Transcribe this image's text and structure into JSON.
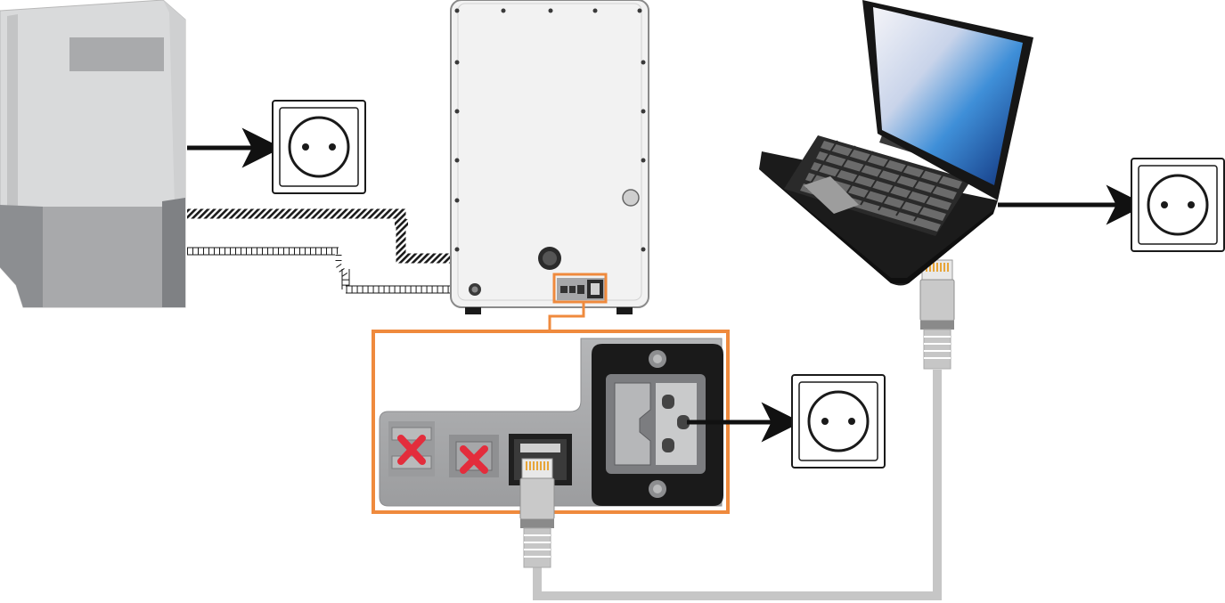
{
  "diagram": {
    "kind": "connection-diagram",
    "devices": [
      {
        "id": "external-unit",
        "icon": "external-unit-icon"
      },
      {
        "id": "instrument",
        "icon": "instrument-rear-icon"
      },
      {
        "id": "laptop",
        "icon": "laptop-icon"
      }
    ],
    "outlets": [
      {
        "id": "outlet-external-unit",
        "icon": "power-outlet-icon"
      },
      {
        "id": "outlet-laptop",
        "icon": "power-outlet-icon"
      },
      {
        "id": "outlet-instrument",
        "icon": "power-outlet-icon"
      }
    ],
    "ports": [
      {
        "id": "usb-a-port",
        "status": "not-used",
        "marker": "red-x-icon"
      },
      {
        "id": "usb-b-port",
        "status": "not-used",
        "marker": "red-x-icon"
      },
      {
        "id": "ethernet-port",
        "status": "connected"
      },
      {
        "id": "power-inlet",
        "status": "connected"
      }
    ],
    "connections": [
      {
        "from": "external-unit",
        "to": "outlet-external-unit",
        "type": "power"
      },
      {
        "from": "external-unit",
        "to": "instrument",
        "type": "hose-striped"
      },
      {
        "from": "external-unit",
        "to": "instrument",
        "type": "hose-braided"
      },
      {
        "from": "laptop",
        "to": "outlet-laptop",
        "type": "power"
      },
      {
        "from": "power-inlet",
        "to": "outlet-instrument",
        "type": "power"
      },
      {
        "from": "ethernet-port",
        "to": "laptop",
        "type": "ethernet-cable"
      }
    ],
    "colors": {
      "highlight": "#ef8a3d",
      "cable": "#c6c6c6",
      "cross": "#e32d3c",
      "panel": "#a8a9ab",
      "device_light": "#d8d9da",
      "device_dark": "#7d7f82"
    }
  }
}
